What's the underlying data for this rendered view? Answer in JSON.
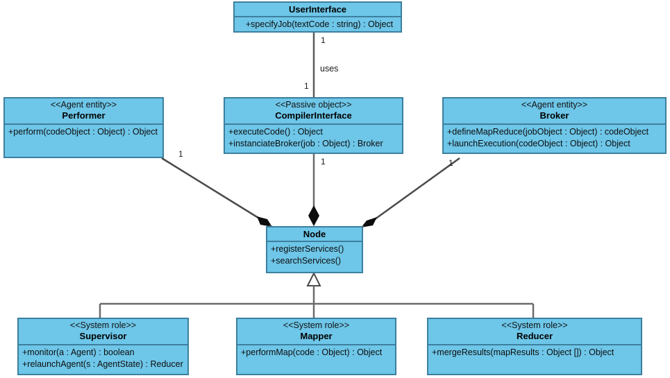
{
  "diagram": {
    "type": "uml-class-diagram",
    "background": "#ffffff",
    "class_fill": "#6ec6e8",
    "class_border": "#3c7f9e",
    "line_color": "#4a4a4a"
  },
  "classes": {
    "user_interface": {
      "stereotype": "",
      "name": "UserInterface",
      "operations": [
        "+specifyJob(textCode : string) : Object"
      ]
    },
    "performer": {
      "stereotype": "<<Agent entity>>",
      "name": "Performer",
      "operations": [
        "+perform(codeObject : Object) : Object"
      ]
    },
    "compiler_interface": {
      "stereotype": "<<Passive object>>",
      "name": "CompilerInterface",
      "operations": [
        "+executeCode() : Object",
        "+instanciateBroker(job : Object) : Broker"
      ]
    },
    "broker": {
      "stereotype": "<<Agent entity>>",
      "name": "Broker",
      "operations": [
        "+defineMapReduce(jobObject : Object) : codeObject",
        "+launchExecution(codeObject : Object) : Object"
      ]
    },
    "node": {
      "stereotype": "",
      "name": "Node",
      "operations": [
        "+registerServices()",
        "+searchServices()"
      ]
    },
    "supervisor": {
      "stereotype": "<<System role>>",
      "name": "Supervisor",
      "operations": [
        "+monitor(a : Agent) : boolean",
        "+relaunchAgent(s : AgentState) : Reducer"
      ]
    },
    "mapper": {
      "stereotype": "<<System role>>",
      "name": "Mapper",
      "operations": [
        "+performMap(code : Object) : Object"
      ]
    },
    "reducer": {
      "stereotype": "<<System role>>",
      "name": "Reducer",
      "operations": [
        "+mergeResults(mapResults : Object []) : Object"
      ]
    }
  },
  "edge_labels": {
    "uses": "uses",
    "ui_multiplicity": "1",
    "compiler_top_multiplicity": "1",
    "compiler_bottom_multiplicity": "1",
    "performer_multiplicity": "1",
    "broker_multiplicity": "1"
  }
}
